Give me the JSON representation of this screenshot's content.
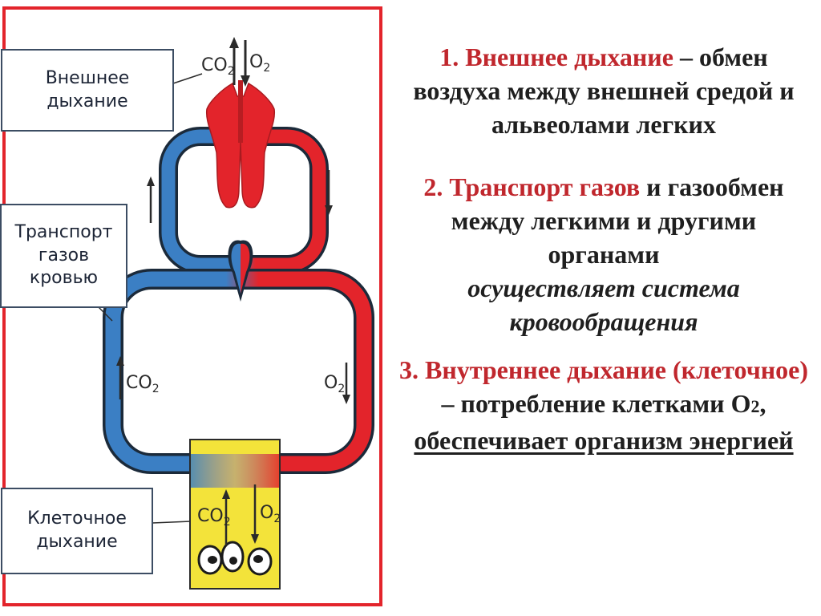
{
  "diagram": {
    "labels": {
      "external": [
        "Внешнее",
        "дыхание"
      ],
      "transport": [
        "Транспорт",
        "газов",
        "кровью"
      ],
      "cellular": [
        "Клеточное",
        "дыхание"
      ]
    },
    "gases": {
      "co2": "CO",
      "o2": "O",
      "sub": "2"
    },
    "colors": {
      "venous": "#3b7fc4",
      "arterial": "#e3242b",
      "tissue": "#f3e33a",
      "frame": "#e3242b"
    }
  },
  "text": {
    "p1": {
      "heading": "1. Внешнее дыхание",
      "rest": " – обмен воздуха между внешней средой и альвеолами легких"
    },
    "p2": {
      "heading": "2. Транспорт газов",
      "rest": " и газообмен между легкими и другими органами",
      "italic": "осуществляет система кровообращения"
    },
    "p3": {
      "heading": "3. Внутреннее дыхание (клеточное)",
      "rest": " – потребление клетками O",
      "sub": "2",
      "comma": ",",
      "underlined": "обеспечивает организм энергией"
    }
  }
}
